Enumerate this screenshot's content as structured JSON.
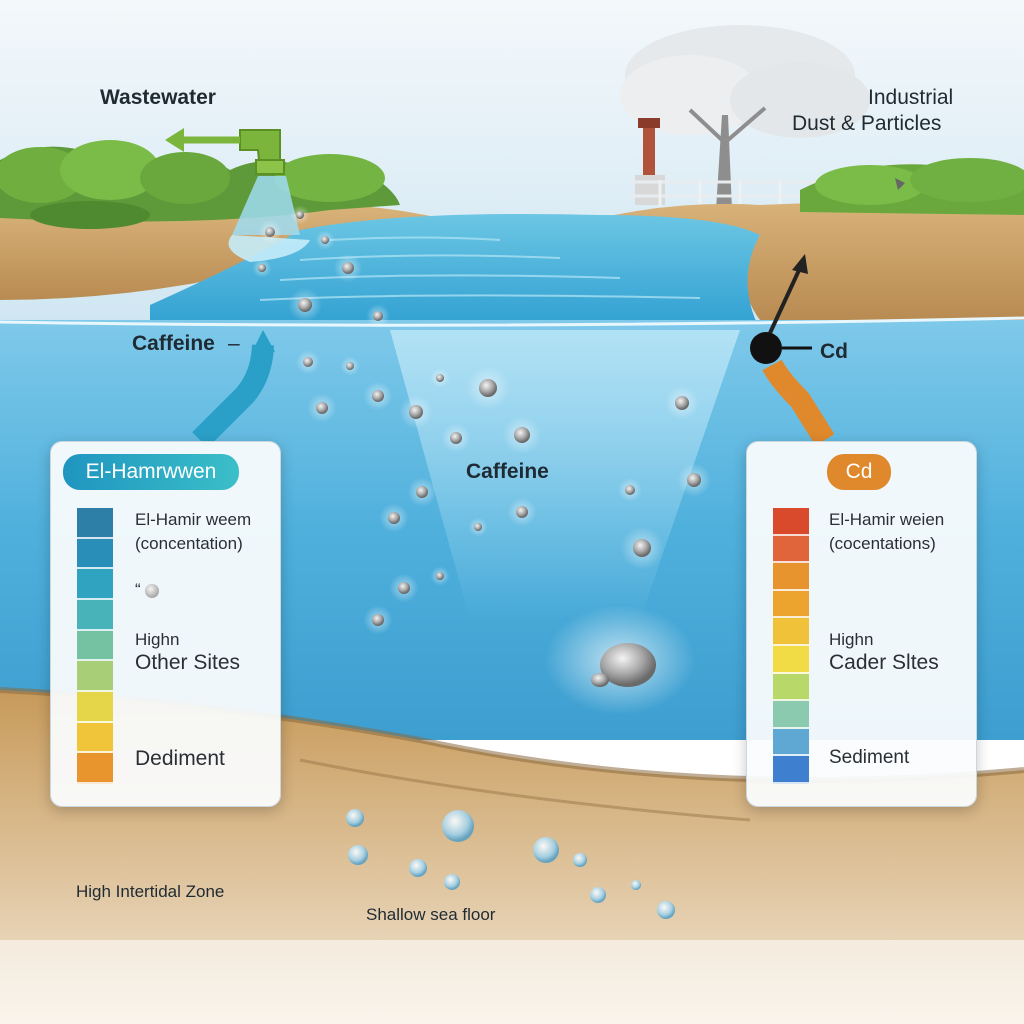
{
  "labels": {
    "wastewater": "Wastewater",
    "industrial_line1": "Industrial",
    "industrial_line2": "Dust & Particles",
    "caffeine_left": "Caffeine",
    "caffeine_center": "Caffeine",
    "cd": "Cd",
    "high_intertidal": "High Intertidal Zone",
    "shallow_sea_floor": "Shallow sea floor"
  },
  "left_panel": {
    "badge": "El-Hamrwwen",
    "badge_color": "#27a3bd",
    "line1": "El-Hamir weem",
    "line2": "(concentation)",
    "symbol_text": "“",
    "high": "Highn",
    "other_sites": "Other Sites",
    "bottom": "Dediment",
    "scale_colors": [
      "#2e7fa8",
      "#2a8fb8",
      "#2fa3bf",
      "#48b3b8",
      "#74c2a2",
      "#a8cf78",
      "#e4d648",
      "#f0c53a",
      "#e8952e"
    ]
  },
  "right_panel": {
    "badge": "Cd",
    "badge_color": "#e0892c",
    "line1": "El-Hamir weien",
    "line2": "(cocentations)",
    "high": "Highn",
    "other_sites": "Cader Sltes",
    "bottom": "Sediment",
    "scale_colors": [
      "#d94a2c",
      "#e0653a",
      "#e8942e",
      "#eda42e",
      "#f0c23a",
      "#f2dc45",
      "#b9d86a",
      "#8ccab0",
      "#60a8d4",
      "#3f7fcf"
    ]
  },
  "colors": {
    "pipe": "#7cb53b",
    "caffeine_arrow": "#2aa0c8",
    "cd_arrow": "#e0892c",
    "water": "#5fb8dc"
  }
}
